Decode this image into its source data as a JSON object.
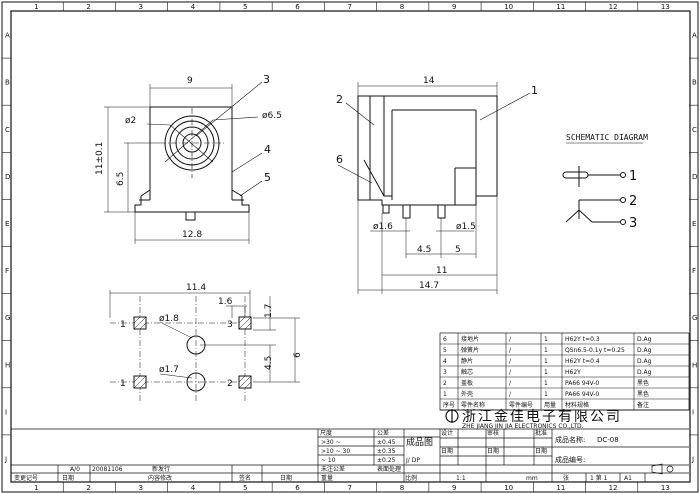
{
  "frame": {
    "columns": [
      "1",
      "2",
      "3",
      "4",
      "5",
      "6",
      "7",
      "8",
      "9",
      "10",
      "11",
      "12",
      "13"
    ],
    "rows": [
      "A",
      "B",
      "C",
      "D",
      "E",
      "F",
      "G",
      "H",
      "I",
      "J"
    ]
  },
  "front_view": {
    "dim_width": "9",
    "dim_height": "11±0.1",
    "dim_6_5": "6.5",
    "dim_base": "12.8",
    "dia_2": "ø2",
    "dia_6_5": "ø6.5",
    "callout_3": "3",
    "callout_4": "4",
    "callout_5": "5"
  },
  "side_view": {
    "dim_length": "14",
    "dim_1_6": "ø1.6",
    "dim_1_5": "ø1.5",
    "dim_4_5": "4.5",
    "dim_5": "5",
    "dim_11": "11",
    "dim_14_7": "14.7",
    "callout_1": "1",
    "callout_2": "2",
    "callout_6": "6"
  },
  "schematic": {
    "title": "SCHEMATIC DIAGRAM",
    "pin1": "1",
    "pin2": "2",
    "pin3": "3"
  },
  "footprint": {
    "dim_11_4": "11.4",
    "dim_1_6": "1.6",
    "dim_1_7_top": "1.7",
    "dim_4_5": "4.5",
    "dim_6": "6",
    "dia_1_8": "ø1.8",
    "dia_1_7": "ø1.7",
    "pad_1a": "1",
    "pad_1b": "1",
    "pad_3": "3",
    "pad_2": "2"
  },
  "bom": {
    "rows": [
      {
        "no": "6",
        "name": "接地片",
        "code": "/",
        "qty": "1",
        "material": "H62Y t=0.3",
        "note": "D.Ag"
      },
      {
        "no": "5",
        "name": "弹簧片",
        "code": "/",
        "qty": "1",
        "material": "QSn6.5-0.1y t=0.25",
        "note": "D.Ag"
      },
      {
        "no": "4",
        "name": "静片",
        "code": "/",
        "qty": "1",
        "material": "H62Y t=0.4",
        "note": "D.Ag"
      },
      {
        "no": "3",
        "name": "触芯",
        "code": "/",
        "qty": "1",
        "material": "H62Y",
        "note": "D.Ag"
      },
      {
        "no": "2",
        "name": "盖板",
        "code": "/",
        "qty": "1",
        "material": "PA66 94V-0",
        "note": "黑色"
      },
      {
        "no": "1",
        "name": "外壳",
        "code": "/",
        "qty": "1",
        "material": "PA66 94V-0",
        "note": "黑色"
      }
    ],
    "header": {
      "no": "序号",
      "name": "零件名称",
      "code": "零件编号",
      "qty": "用量",
      "material": "材料规格",
      "note": "备注"
    }
  },
  "company": {
    "name_cn": "浙江金佳电子有限公司",
    "name_en": "ZHE JIANG JIN JIA ELECTRONICS CO.,LTD."
  },
  "title_block": {
    "product_name_label": "成品名称:",
    "product_name": "DC-08",
    "product_no_label": "成品编号:",
    "design": "设计",
    "check": "审核",
    "approve": "批准",
    "date": "日期",
    "drawing": "成品图",
    "unit_label": "J/ DP",
    "scale_label": "比例",
    "scale": "1:1",
    "unit_mm": "mm",
    "sheet_label": "张",
    "sheet": "1 第 1",
    "size": "A1",
    "tol_header_l": "尺度",
    "tol_header_r": "公差",
    "tol_rows": [
      {
        "range": ">30  ~",
        "tol": "±0.45"
      },
      {
        "range": ">10  ~  30",
        "tol": "±0.35"
      },
      {
        "range": "~  10",
        "tol": "±0.25"
      }
    ],
    "tol_note": "未注公差",
    "rev_mark": "A/0",
    "rev_date": "20081106",
    "rev_new": "新发行",
    "rev_head_mark": "变更记号",
    "rev_head_date": "日期",
    "rev_head_content": "内容修改",
    "rev_head_sign": "签名",
    "rev_head_date2": "日期",
    "surface": "表面处理",
    "weight": "重量"
  }
}
